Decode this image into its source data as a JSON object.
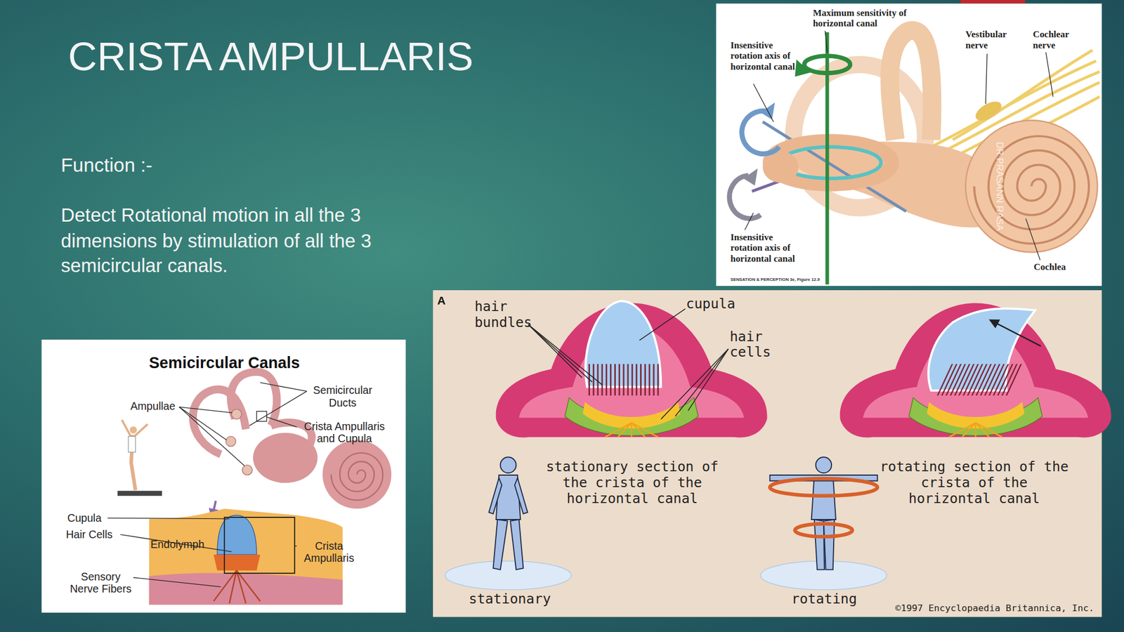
{
  "diagram": {
    "title": "CRISTA AMPULLARIS",
    "nodes": [
      {
        "text": [
          "Maximum sensitivity of horizontal canal",
          "Insensitive rotation axis of horizontal canal",
          "Vestibular nerve",
          "Cochlear nerve",
          "Insensitive rotation axis of horizontal canal",
          "Cochlea",
          "SENSATION & PERCEPTION 3e, Figure 12.9"
        ]
      },
      {
        "text": [
          "Semicircular Canals",
          "Ampullae",
          "Semicircular Ducts",
          "Crista Ampullaris and Cupula",
          "Cupula",
          "Hair Cells",
          "Endolymph",
          "Crista Ampullaris",
          "Sensory Nerve Fibers"
        ]
      },
      {
        "text": [
          "A",
          "hair bundles",
          "cupula",
          "hair cells",
          "stationary section of the crista of the horizontal canal",
          "rotating section of the crista of the horizontal canal",
          "stationary",
          "rotating",
          "©1997 Encyclopaedia Britannica, Inc."
        ]
      }
    ],
    "labels": [
      "Function :-",
      "Detect Rotational motion in all the 3 dimensions by stimulation of all the 3 semicircular canals.",
      "DR PRASANN RASA"
    ]
  }
}
